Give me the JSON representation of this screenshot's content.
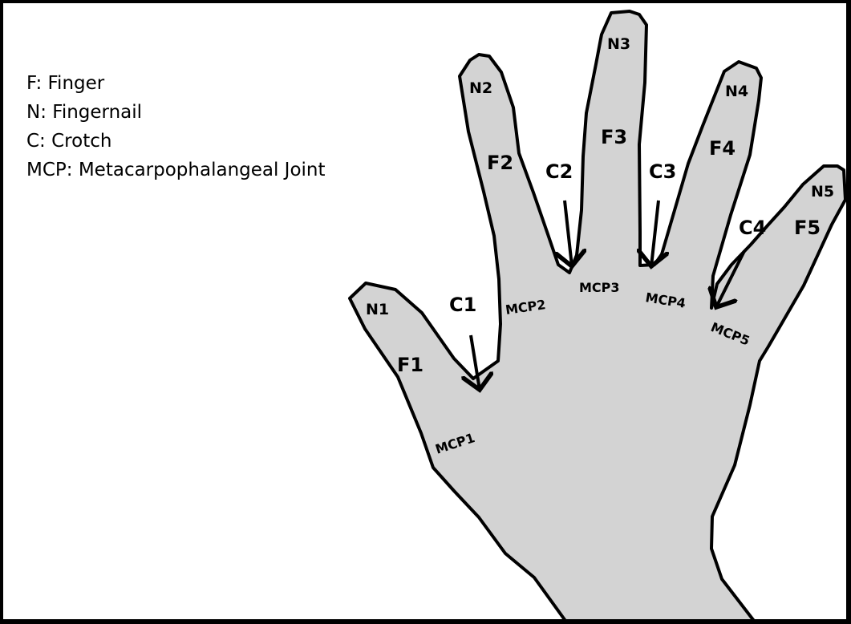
{
  "legend": [
    "F: Finger",
    "N: Fingernail",
    "C: Crotch",
    "MCP: Metacarpophalangeal Joint"
  ],
  "fingers": [
    "F1",
    "F2",
    "F3",
    "F4",
    "F5"
  ],
  "nails": [
    "N1",
    "N2",
    "N3",
    "N4",
    "N5"
  ],
  "crotches": [
    "C1",
    "C2",
    "C3",
    "C4"
  ],
  "joints": [
    "MCP1",
    "MCP2",
    "MCP3",
    "MCP4",
    "MCP5"
  ],
  "colors": {
    "hand_fill": "#d3d3d3",
    "outline": "#000000",
    "background": "#ffffff"
  }
}
